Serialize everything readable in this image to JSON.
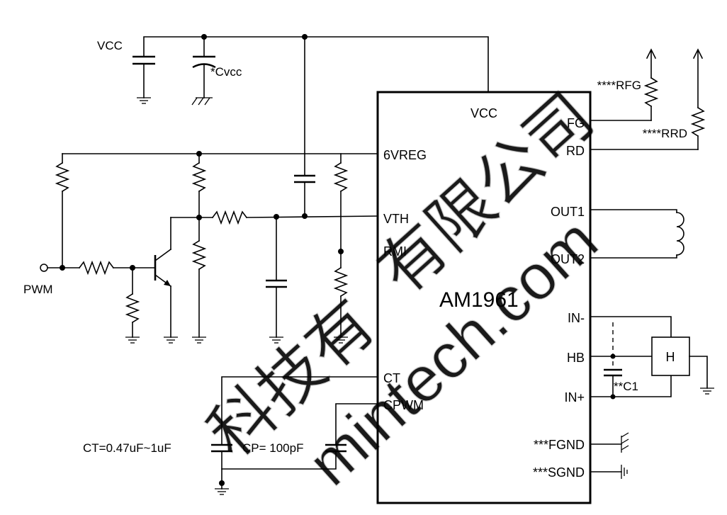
{
  "chip": {
    "name": "AM1961",
    "pins_left": [
      "6VREG",
      "VTH",
      "RMI",
      "CT",
      "CPWM"
    ],
    "pin_top": "VCC",
    "pins_right": [
      "FG",
      "RD",
      "OUT1",
      "OUT2",
      "IN-",
      "HB",
      "IN+",
      "***FGND",
      "***SGND"
    ]
  },
  "labels": {
    "vcc": "VCC",
    "cvcc": "*Cvcc",
    "pwm": "PWM",
    "rfg": "****RFG",
    "rrd": "****RRD",
    "c1": "**C1",
    "hall": "H",
    "ct": "CT=0.47uF~1uF",
    "cp": "CP= 100pF"
  },
  "watermark": {
    "cjk": "有限公司",
    "cjk_lower": "科技有",
    "latin": "mintech.com"
  }
}
